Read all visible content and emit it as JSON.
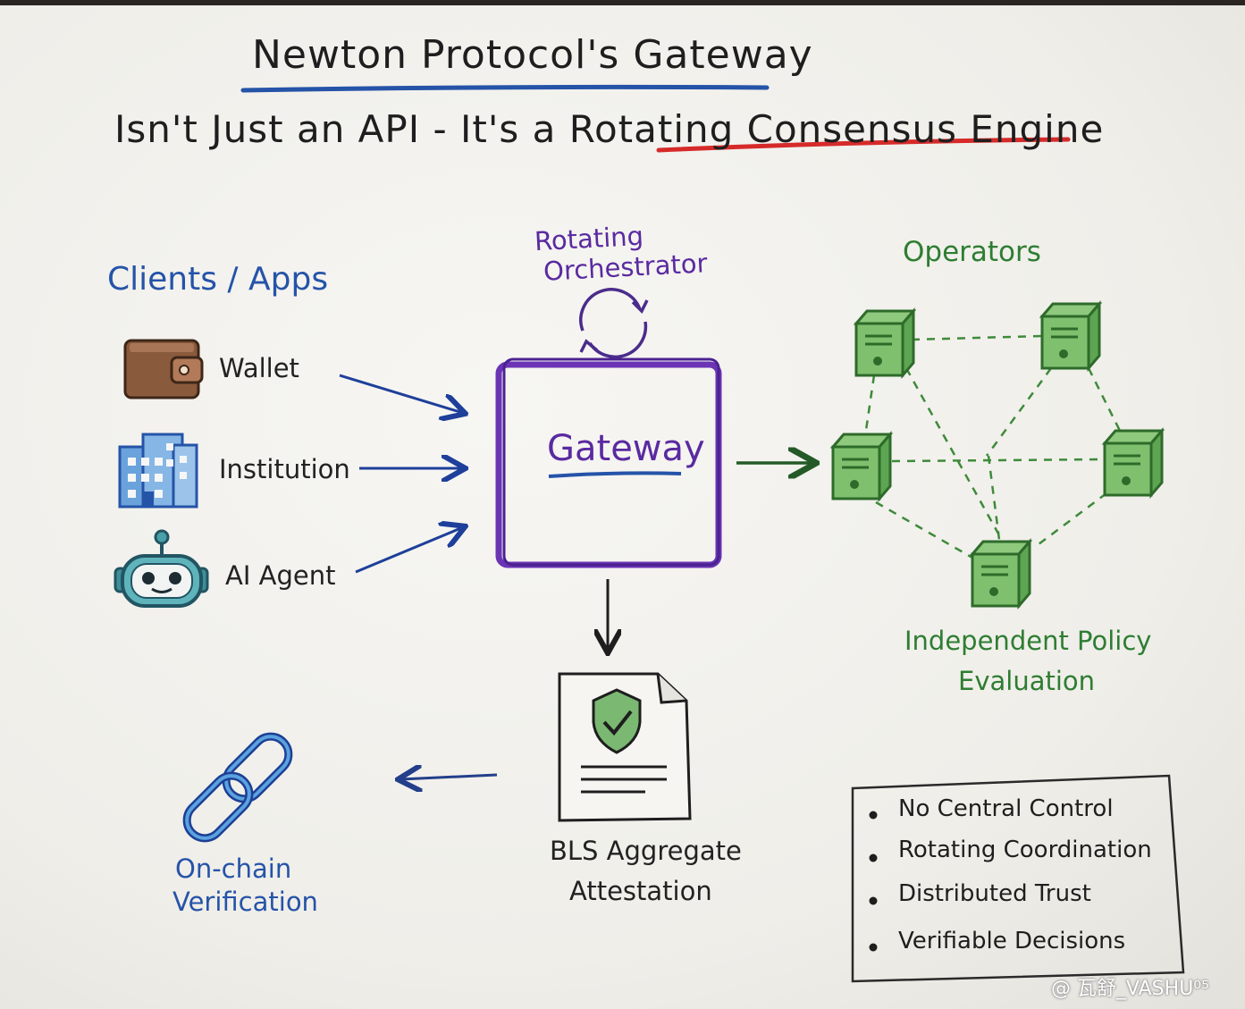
{
  "title": {
    "line1": "Newton Protocol's Gateway",
    "line2_prefix": "Isn't Just an API - It's a ",
    "line2_highlight": "Rotating Consensus Engine"
  },
  "clients": {
    "heading": "Clients / Apps",
    "items": [
      {
        "label": "Wallet",
        "icon": "wallet-icon"
      },
      {
        "label": "Institution",
        "icon": "building-icon"
      },
      {
        "label": "AI Agent",
        "icon": "robot-icon"
      }
    ]
  },
  "orchestrator": {
    "line1": "Rotating",
    "line2": "Orchestrator",
    "icon": "rotate-icon"
  },
  "gateway": {
    "label": "Gateway"
  },
  "operators": {
    "heading": "Operators",
    "caption_line1": "Independent Policy",
    "caption_line2": "Evaluation",
    "icon": "server-icon"
  },
  "attestation": {
    "line1": "BLS Aggregate",
    "line2": "Attestation",
    "icon": "document-shield-icon"
  },
  "onchain": {
    "line1": "On-chain",
    "line2": "Verification",
    "icon": "chain-link-icon"
  },
  "features": [
    "No Central Control",
    "Rotating Coordination",
    "Distributed Trust",
    "Verifiable Decisions"
  ],
  "watermark": "@ 瓦舒_VASHU⁰⁵",
  "colors": {
    "title_underline": "#2553a8",
    "engine_underline": "#d62a2a",
    "clients": "#2553a8",
    "gateway": "#5a2aa0",
    "operators": "#2e7d32",
    "ink": "#1e1e1e"
  }
}
